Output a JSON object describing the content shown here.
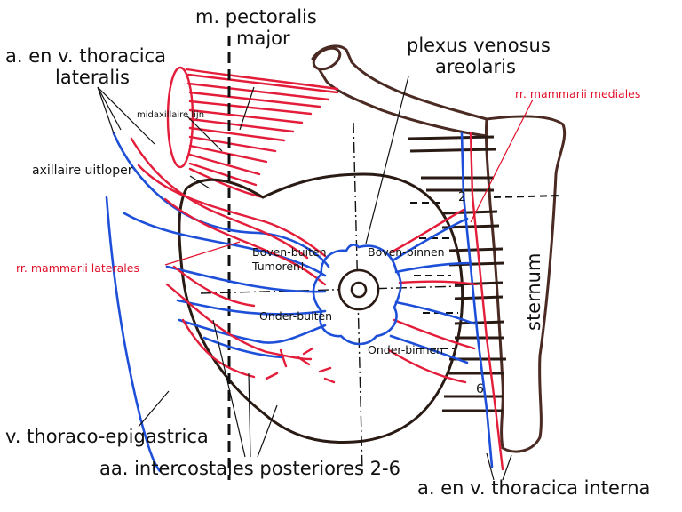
{
  "labels": {
    "pectoralis_line1": "m. pectoralis",
    "pectoralis_line2": "major",
    "thoracica_lateralis_line1": "a. en v. thoracica",
    "thoracica_lateralis_line2": "lateralis",
    "plexus_line1": "plexus venosus",
    "plexus_line2": "areolaris",
    "rr_mammarii_mediales": "rr. mammarii mediales",
    "midaxillaire_lijn": "midaxillaire lijn",
    "axillaire_uitloper": "axillaire uitloper",
    "rr_mammarii_laterales": "rr. mammarii laterales",
    "boven_buiten": "Boven-buiten",
    "tumoren": "Tumoren!",
    "boven_binnen": "Boven-binnen",
    "onder_buiten": "Onder-buiten",
    "onder_binnen": "Onder-binnen",
    "sternum": "sternum",
    "rib_2": "2",
    "rib_6": "6",
    "thoraco_epigastrica": "v. thoraco-epigastrica",
    "intercostales": "aa. intercostales posteriores 2-6",
    "thoracica_interna": "a. en v. thoracica interna"
  },
  "colors": {
    "artery": "#e31d3a",
    "vein": "#1d4fd8",
    "red_label": "#e0102a",
    "outline": "#2a1a14"
  }
}
